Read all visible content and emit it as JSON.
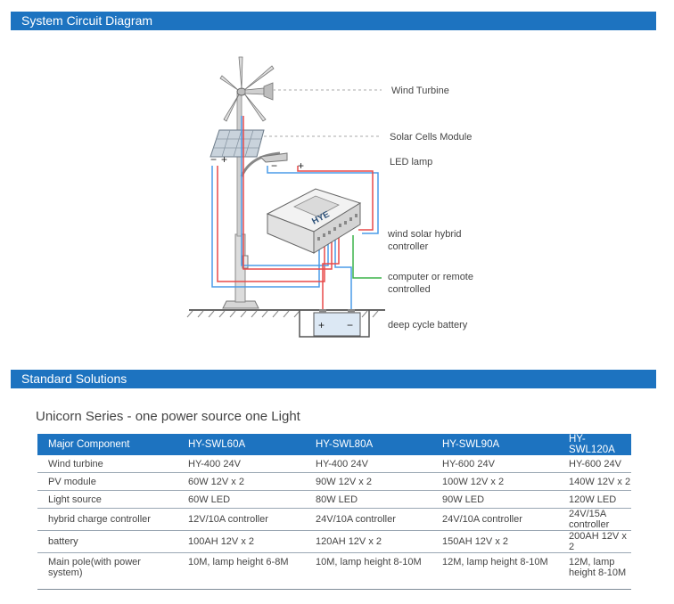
{
  "sections": {
    "diagram_title": "System Circuit Diagram",
    "solutions_title": "Standard Solutions"
  },
  "diagram": {
    "labels": {
      "wind_turbine": "Wind Turbine",
      "solar_module": "Solar Cells Module",
      "led_lamp": "LED lamp",
      "controller_line1": "wind solar hybrid",
      "controller_line2": "controller",
      "remote_line1": "computer or remote",
      "remote_line2": "controlled",
      "battery": "deep cycle battery"
    },
    "signs": {
      "minus": "−",
      "plus": "+"
    },
    "controller_logo": "HYE",
    "colors": {
      "positive_wire": "#e84a4a",
      "negative_wire": "#4a9be8",
      "signal_wire": "#3cb34a",
      "leader_line": "#bbbbbb"
    }
  },
  "table": {
    "subtitle": "Unicorn Series - one power source one Light",
    "headers": [
      "Major Component",
      "HY-SWL60A",
      "HY-SWL80A",
      "HY-SWL90A",
      "HY-SWL120A"
    ],
    "rows": [
      [
        "Wind turbine",
        "HY-400 24V",
        "HY-400 24V",
        "HY-600 24V",
        "HY-600 24V"
      ],
      [
        "PV module",
        "60W 12V x 2",
        "90W 12V x 2",
        "100W 12V x 2",
        "140W 12V x 2"
      ],
      [
        "Light source",
        "60W LED",
        "80W LED",
        "90W LED",
        "120W LED"
      ],
      [
        "hybrid charge controller",
        "12V/10A controller",
        "24V/10A controller",
        "24V/10A controller",
        "24V/15A controller"
      ],
      [
        "battery",
        "100AH 12V x 2",
        "120AH 12V x 2",
        "150AH 12V x 2",
        "200AH 12V x 2"
      ],
      [
        "Main pole(with power system)",
        "10M, lamp height 6-8M",
        "10M, lamp height 8-10M",
        "12M, lamp height 8-10M",
        "12M, lamp height 8-10M"
      ]
    ]
  }
}
